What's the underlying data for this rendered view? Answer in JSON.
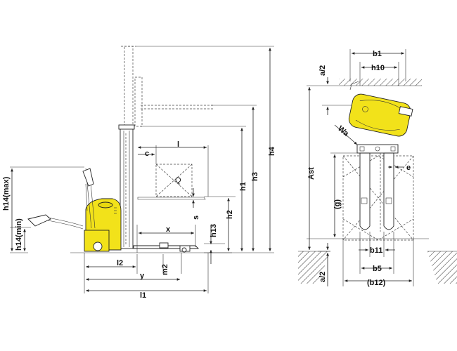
{
  "side_view": {
    "labels": {
      "h14max": "h14(max)",
      "h14min": "h14(min)",
      "c": "c",
      "l": "l",
      "Q": "Q",
      "s": "s",
      "x": "x",
      "h13": "h13",
      "h2": "h2",
      "h1": "h1",
      "h3": "h3",
      "h4": "h4",
      "l2": "l2",
      "y": "y",
      "m2": "m2",
      "l1": "l1"
    }
  },
  "top_view": {
    "labels": {
      "b1": "b1",
      "h10": "h10",
      "a2_top": "a/2",
      "Wa": "Wa",
      "Ast": "Ast",
      "e": "e",
      "g": "(g)",
      "b11": "b11",
      "b5": "b5",
      "a2_bottom": "a/2",
      "b12": "(b12)"
    }
  },
  "colors": {
    "machine_yellow": "#f2e21a",
    "line": "#222222"
  }
}
